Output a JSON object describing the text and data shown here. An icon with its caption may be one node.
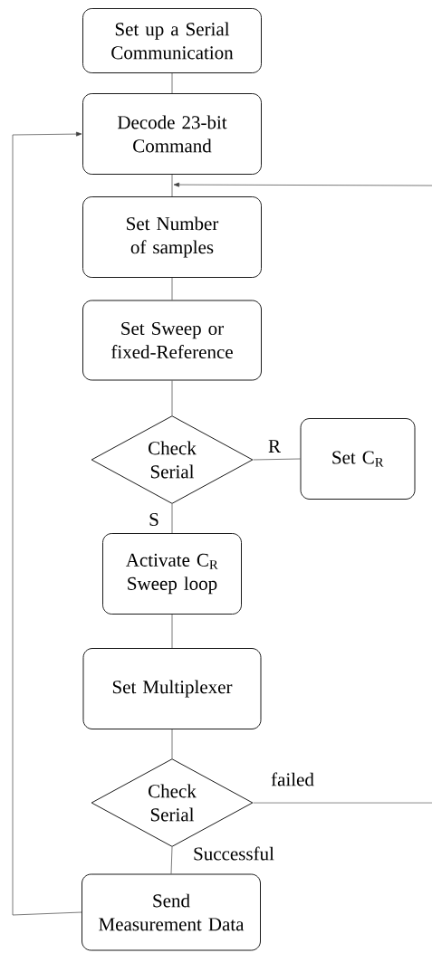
{
  "diagram": {
    "nodes": [
      {
        "text": [
          "Set up a Serial Communication"
        ]
      },
      {
        "text": [
          "Decode 23-bit Command"
        ]
      },
      {
        "text": [
          "Set Number of samples"
        ]
      },
      {
        "text": [
          "Set Sweep or fixed-Reference"
        ]
      },
      {
        "text": [
          "Check Serial"
        ]
      },
      {
        "text": [
          "Set C$_{R}$"
        ]
      },
      {
        "text": [
          "Activate  C$_{R}$ Sweep loop"
        ]
      },
      {
        "text": [
          "Set Multiplexer"
        ]
      },
      {
        "text": [
          "Check Serial"
        ]
      },
      {
        "text": [
          "Send Measurement Data"
        ]
      }
    ],
    "edges": [
      {
        "from": 0,
        "to": 1,
        "arrow": "none"
      },
      {
        "from": 1,
        "to": 2,
        "arrow": "none"
      },
      {
        "from": 2,
        "to": 3,
        "arrow": "none"
      },
      {
        "from": 3,
        "to": 4,
        "arrow": "none"
      },
      {
        "from": 4,
        "to": 5,
        "arrow": "none",
        "label": "R"
      },
      {
        "from": 4,
        "to": 6,
        "arrow": "none",
        "label": "S"
      },
      {
        "from": 6,
        "to": 7,
        "arrow": "none"
      },
      {
        "from": 7,
        "to": 8,
        "arrow": "none"
      },
      {
        "from": 8,
        "to": 9,
        "arrow": "none",
        "label": "Successful"
      },
      {
        "from": 9,
        "to": 1,
        "arrow": "to"
      },
      {
        "from": 8,
        "to": null,
        "arrow": "none",
        "label": "failed"
      },
      {
        "from": null,
        "to": 2,
        "arrow": "to"
      }
    ]
  }
}
